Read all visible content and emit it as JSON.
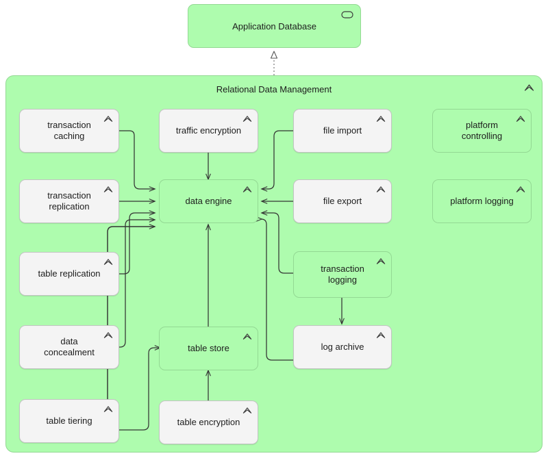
{
  "diagram": {
    "title": "Relational Data Management",
    "colors": {
      "green_fill": "#aefcae",
      "green_border": "#93d893",
      "white_fill": "#f4f4f4",
      "white_border": "#c2c4c2",
      "edge_stroke": "#333333",
      "text": "#1c1c1c"
    },
    "icons": {
      "function": "chevron-up-icon",
      "data_object": "data-object-icon"
    }
  },
  "external": {
    "application_database": {
      "label": "Application Database",
      "icon": "data-object-icon",
      "fill": "green"
    }
  },
  "container": {
    "label": "Relational Data Management",
    "icon": "chevron-up-icon",
    "fill": "green"
  },
  "nodes": [
    {
      "id": "transaction-caching",
      "label": "transaction caching",
      "fill": "white",
      "icon": "chevron-up-icon"
    },
    {
      "id": "traffic-encryption",
      "label": "traffic encryption",
      "fill": "white",
      "icon": "chevron-up-icon"
    },
    {
      "id": "file-import",
      "label": "file import",
      "fill": "white",
      "icon": "chevron-up-icon"
    },
    {
      "id": "platform-controlling",
      "label": "platform controlling",
      "fill": "green",
      "icon": "chevron-up-icon"
    },
    {
      "id": "transaction-replication",
      "label": "transaction replication",
      "fill": "white",
      "icon": "chevron-up-icon"
    },
    {
      "id": "data-engine",
      "label": "data engine",
      "fill": "green",
      "icon": "chevron-up-icon"
    },
    {
      "id": "file-export",
      "label": "file export",
      "fill": "white",
      "icon": "chevron-up-icon"
    },
    {
      "id": "platform-logging",
      "label": "platform logging",
      "fill": "green",
      "icon": "chevron-up-icon"
    },
    {
      "id": "table-replication",
      "label": "table replication",
      "fill": "white",
      "icon": "chevron-up-icon"
    },
    {
      "id": "transaction-logging",
      "label": "transaction logging",
      "fill": "green",
      "icon": "chevron-up-icon"
    },
    {
      "id": "data-concealment",
      "label": "data concealment",
      "fill": "white",
      "icon": "chevron-up-icon"
    },
    {
      "id": "table-store",
      "label": "table store",
      "fill": "green",
      "icon": "chevron-up-icon"
    },
    {
      "id": "log-archive",
      "label": "log archive",
      "fill": "white",
      "icon": "chevron-up-icon"
    },
    {
      "id": "table-tiering",
      "label": "table tiering",
      "fill": "white",
      "icon": "chevron-up-icon"
    },
    {
      "id": "table-encryption",
      "label": "table encryption",
      "fill": "white",
      "icon": "chevron-up-icon"
    }
  ],
  "edges": [
    {
      "from": "relational-data-management",
      "to": "application-database",
      "type": "realization",
      "style": "dotted",
      "head": "hollow-triangle"
    },
    {
      "from": "transaction-caching",
      "to": "data-engine",
      "type": "serving",
      "style": "solid",
      "head": "open-arrow"
    },
    {
      "from": "traffic-encryption",
      "to": "data-engine",
      "type": "serving",
      "style": "solid",
      "head": "open-arrow"
    },
    {
      "from": "transaction-replication",
      "to": "data-engine",
      "type": "serving",
      "style": "solid",
      "head": "open-arrow"
    },
    {
      "from": "table-replication",
      "to": "data-engine",
      "type": "serving",
      "style": "solid",
      "head": "open-arrow"
    },
    {
      "from": "data-concealment",
      "to": "data-engine",
      "type": "serving",
      "style": "solid",
      "head": "open-arrow"
    },
    {
      "from": "table-tiering",
      "to": "data-engine",
      "type": "serving",
      "style": "solid",
      "head": "open-arrow"
    },
    {
      "from": "table-tiering",
      "to": "table-store",
      "type": "serving",
      "style": "solid",
      "head": "open-arrow"
    },
    {
      "from": "file-import",
      "to": "data-engine",
      "type": "serving",
      "style": "solid",
      "head": "open-arrow"
    },
    {
      "from": "file-export",
      "to": "data-engine",
      "type": "serving",
      "style": "solid",
      "head": "open-arrow"
    },
    {
      "from": "transaction-logging",
      "to": "data-engine",
      "type": "serving",
      "style": "solid",
      "head": "open-arrow"
    },
    {
      "from": "log-archive",
      "to": "data-engine",
      "type": "serving",
      "style": "solid",
      "head": "open-arrow"
    },
    {
      "from": "transaction-logging",
      "to": "log-archive",
      "type": "serving",
      "style": "solid",
      "head": "open-arrow"
    },
    {
      "from": "table-store",
      "to": "data-engine",
      "type": "serving",
      "style": "solid",
      "head": "open-arrow"
    },
    {
      "from": "table-encryption",
      "to": "table-store",
      "type": "serving",
      "style": "solid",
      "head": "open-arrow"
    }
  ]
}
